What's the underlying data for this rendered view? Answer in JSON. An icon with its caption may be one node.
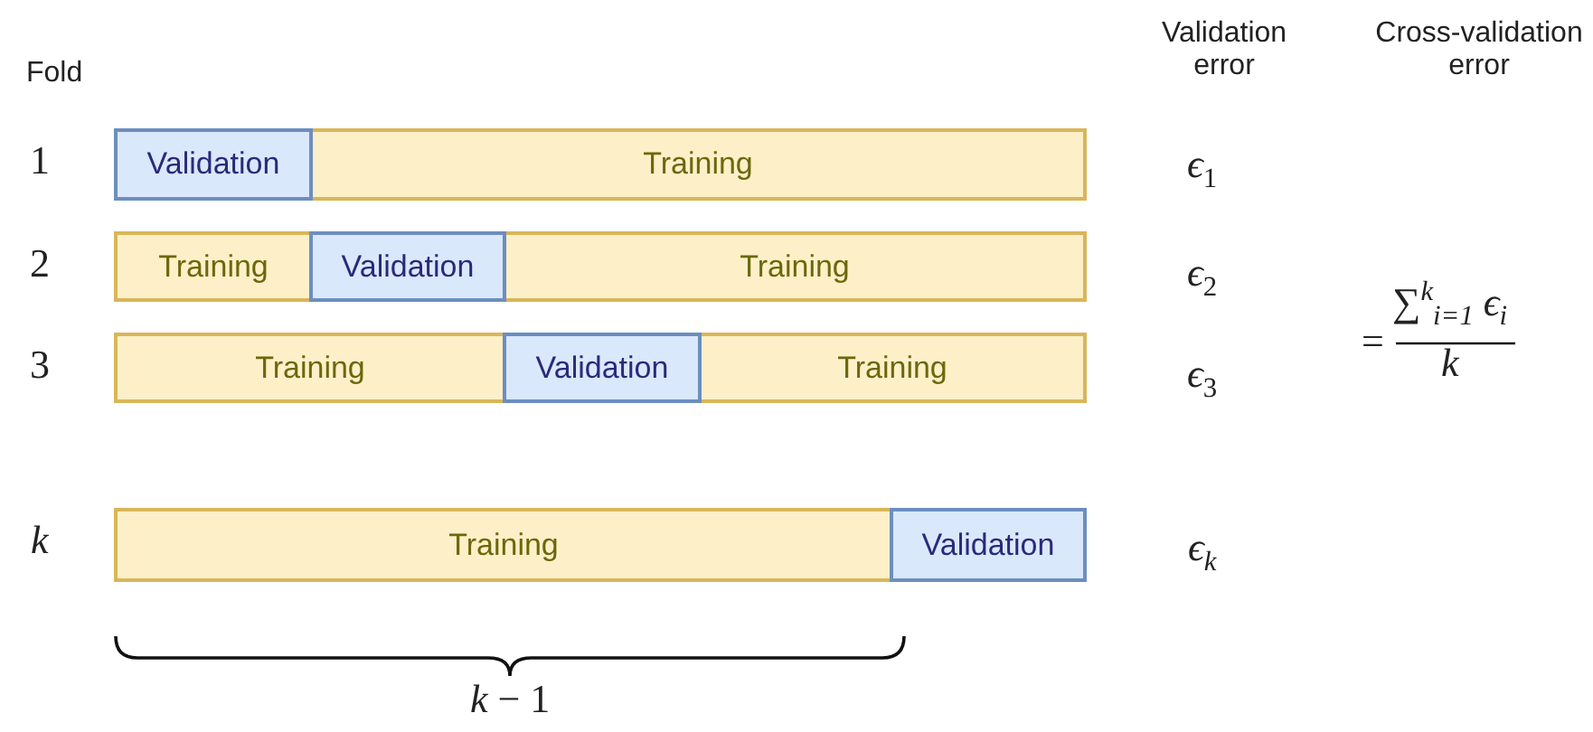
{
  "diagram": {
    "nodes": [
      {
        "text": [
          "Validation"
        ]
      },
      {
        "text": [
          "Training"
        ]
      },
      {
        "text": [
          "Training"
        ]
      },
      {
        "text": [
          "Validation"
        ]
      },
      {
        "text": [
          "Training"
        ]
      },
      {
        "text": [
          "Training"
        ]
      },
      {
        "text": [
          "Validation"
        ]
      },
      {
        "text": [
          "Training"
        ]
      },
      {
        "text": [
          "Training"
        ]
      },
      {
        "text": [
          "Validation"
        ]
      }
    ],
    "labels": [
      "Fold",
      "Validation error",
      "Cross-validation error",
      "1",
      "*ϵ*$_{1}$",
      "2",
      "*ϵ*$_{2}$",
      "=",
      "∑$^{k}$$_{i=1}$ *ϵ*$_{i}$",
      "*k*",
      "3",
      "*ϵ*$_{3}$",
      "*k*",
      "*ϵ*$_{k}$",
      "*k* − 1"
    ]
  }
}
